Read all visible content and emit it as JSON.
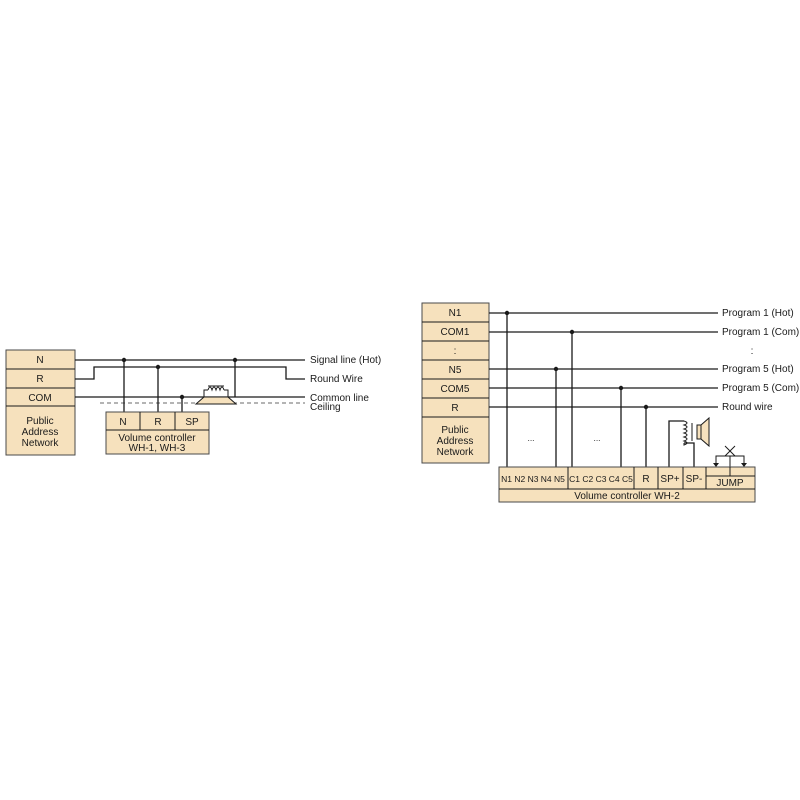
{
  "left_diagram": {
    "pan_rows": [
      "N",
      "R",
      "COM"
    ],
    "pan_name": [
      "Public",
      "Address",
      "Network"
    ],
    "line_labels": {
      "signal": "Signal line (Hot)",
      "round": "Round Wire",
      "common": "Common line",
      "ceiling": "Ceiling"
    },
    "controller_terminals": [
      "N",
      "R",
      "SP"
    ],
    "controller_name": [
      "Volume controller",
      "WH-1, WH-3"
    ]
  },
  "right_diagram": {
    "pan_rows": [
      "N1",
      "COM1",
      ":",
      "N5",
      "COM5",
      "R"
    ],
    "pan_name": [
      "Public",
      "Address",
      "Network"
    ],
    "line_labels": {
      "p1_hot": "Program 1 (Hot)",
      "p1_com": "Program 1 (Com)",
      "ellipsis": ":",
      "p5_hot": "Program 5 (Hot)",
      "p5_com": "Program 5  (Com)",
      "round": "Round wire"
    },
    "ellipsis_n": "...",
    "ellipsis_c": "...",
    "controller_terminals": [
      "N1 N2 N3 N4 N5",
      "C1 C2 C3 C4 C5",
      "R",
      "SP+",
      "SP-",
      "JUMP"
    ],
    "controller_name": "Volume controller WH-2"
  },
  "colors": {
    "box_fill": "#f6e1bd",
    "line": "#1a1a1a",
    "ceiling": "#888888"
  }
}
